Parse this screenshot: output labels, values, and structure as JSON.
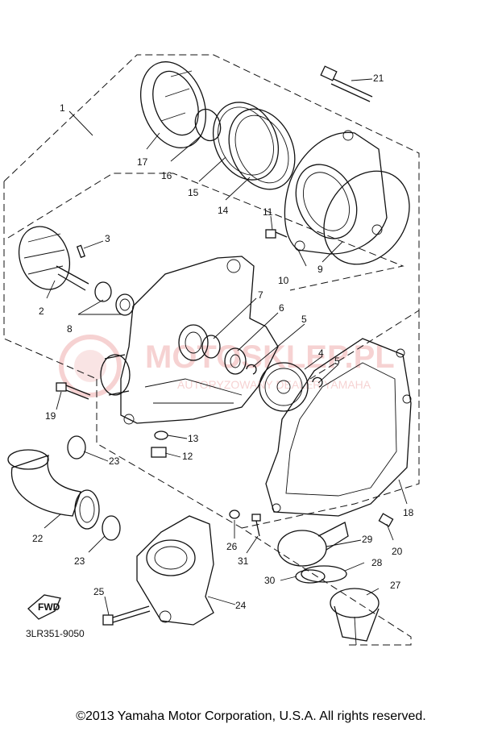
{
  "watermark": {
    "brand": "MOTOSKLEP.PL",
    "subtext": "AUTORYZOWANY DEALER YAMAHA",
    "color": "#e06060"
  },
  "diagram": {
    "code": "3LR351-9050",
    "fwd_label": "FWD",
    "callouts": [
      "1",
      "2",
      "3",
      "4",
      "5",
      "5",
      "6",
      "7",
      "8",
      "9",
      "10",
      "11",
      "12",
      "13",
      "14",
      "15",
      "16",
      "17",
      "18",
      "19",
      "20",
      "21",
      "22",
      "23",
      "23",
      "24",
      "25",
      "26",
      "27",
      "28",
      "29",
      "30",
      "31"
    ]
  },
  "footer": {
    "copyright": "©2013 Yamaha Motor Corporation, U.S.A. All rights reserved."
  }
}
